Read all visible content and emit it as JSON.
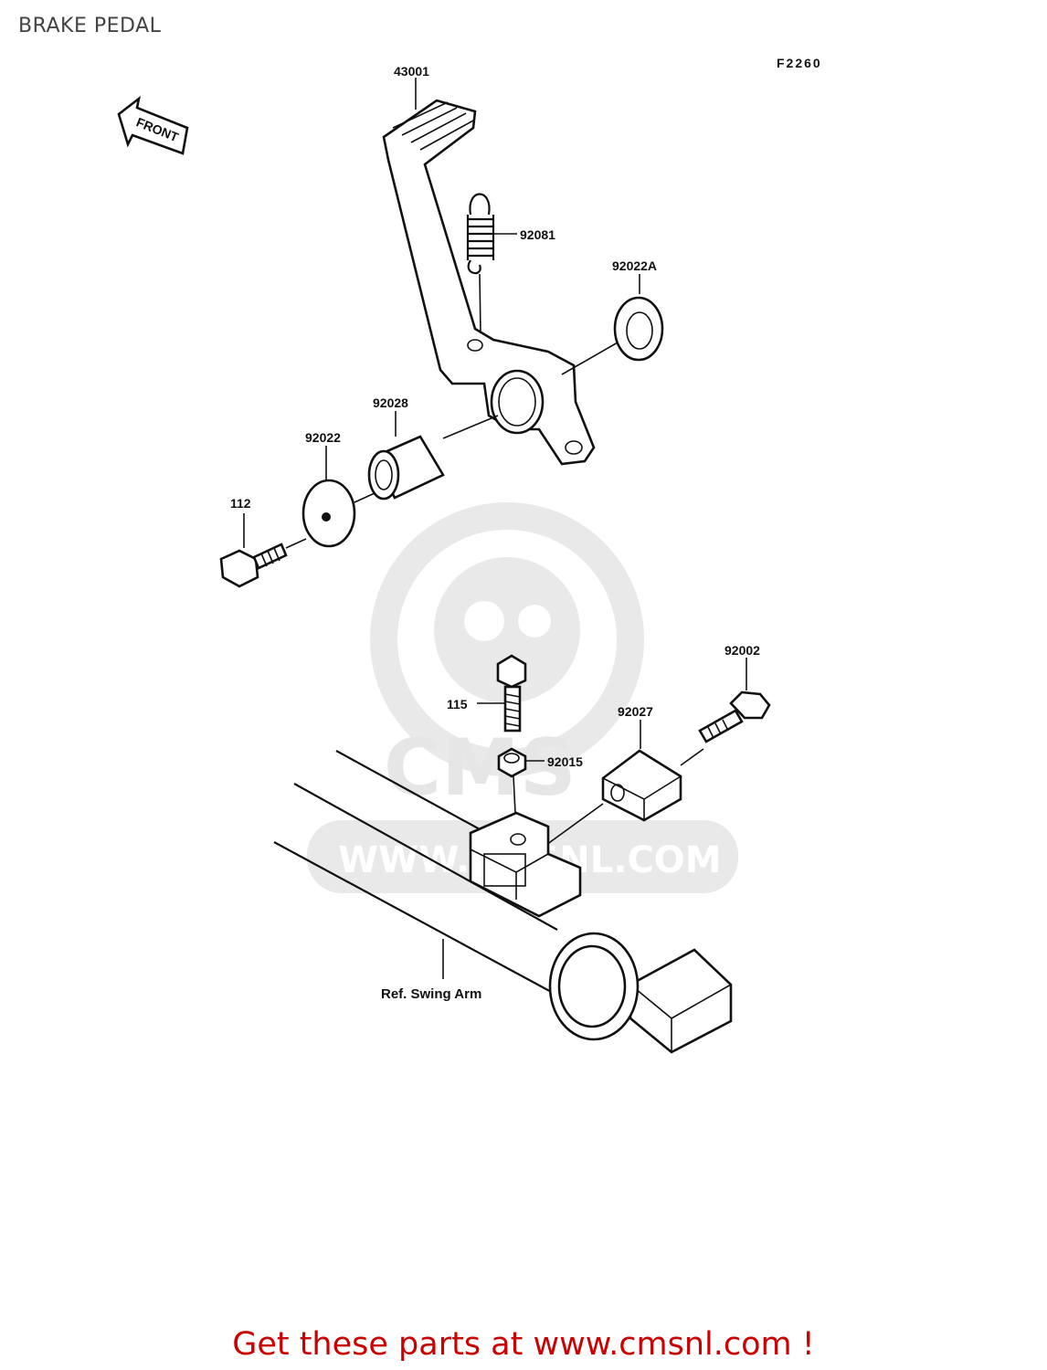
{
  "header": {
    "title": "BRAKE PEDAL",
    "figure_code": "F2260"
  },
  "front_arrow": {
    "label": "FRONT"
  },
  "parts": [
    {
      "id": "43001"
    },
    {
      "id": "92081"
    },
    {
      "id": "92022A"
    },
    {
      "id": "92028"
    },
    {
      "id": "92022"
    },
    {
      "id": "112"
    },
    {
      "id": "92002"
    },
    {
      "id": "115"
    },
    {
      "id": "92027"
    },
    {
      "id": "92015"
    }
  ],
  "reference": {
    "label": "Ref. Swing Arm"
  },
  "watermark": {
    "brand": "CMS",
    "url": "WWW.CMSNL.COM"
  },
  "footer": {
    "text": "Get these parts at www.cmsnl.com !"
  },
  "colors": {
    "footer_text": "#cc0000",
    "line_art": "#111111",
    "watermark": "#e6e6e6"
  }
}
